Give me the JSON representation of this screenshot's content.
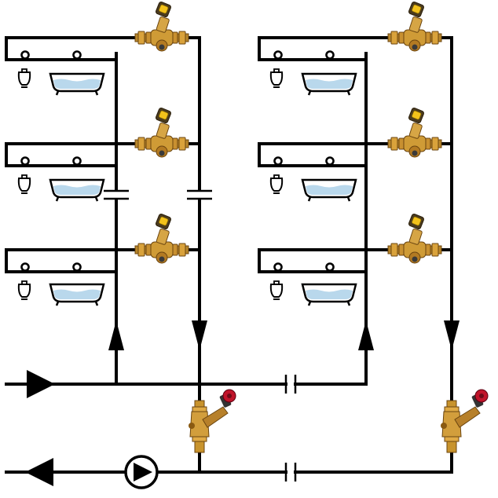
{
  "diagram": {
    "kind": "hot-water-recirculation-schematic",
    "columns": [
      "left-riser-group",
      "right-riser-group"
    ],
    "floors_per_column": 3,
    "fixtures_per_floor": [
      "lamp-valve-icon",
      "bathtub-icon"
    ],
    "valves": {
      "thermostatic_per_floor": true,
      "balancing_at_base": true
    },
    "flow_arrows": [
      "up-supply",
      "down-return",
      "inlet-right",
      "outlet-left"
    ],
    "pump": "circulation-pump-icon"
  },
  "colors": {
    "pipe": "#000000",
    "brass": "#c8932c",
    "brass_dark": "#8a5a12",
    "handle_red": "#c0142a",
    "water": "#b9d8ec",
    "gauge_yellow": "#f3c21b"
  }
}
